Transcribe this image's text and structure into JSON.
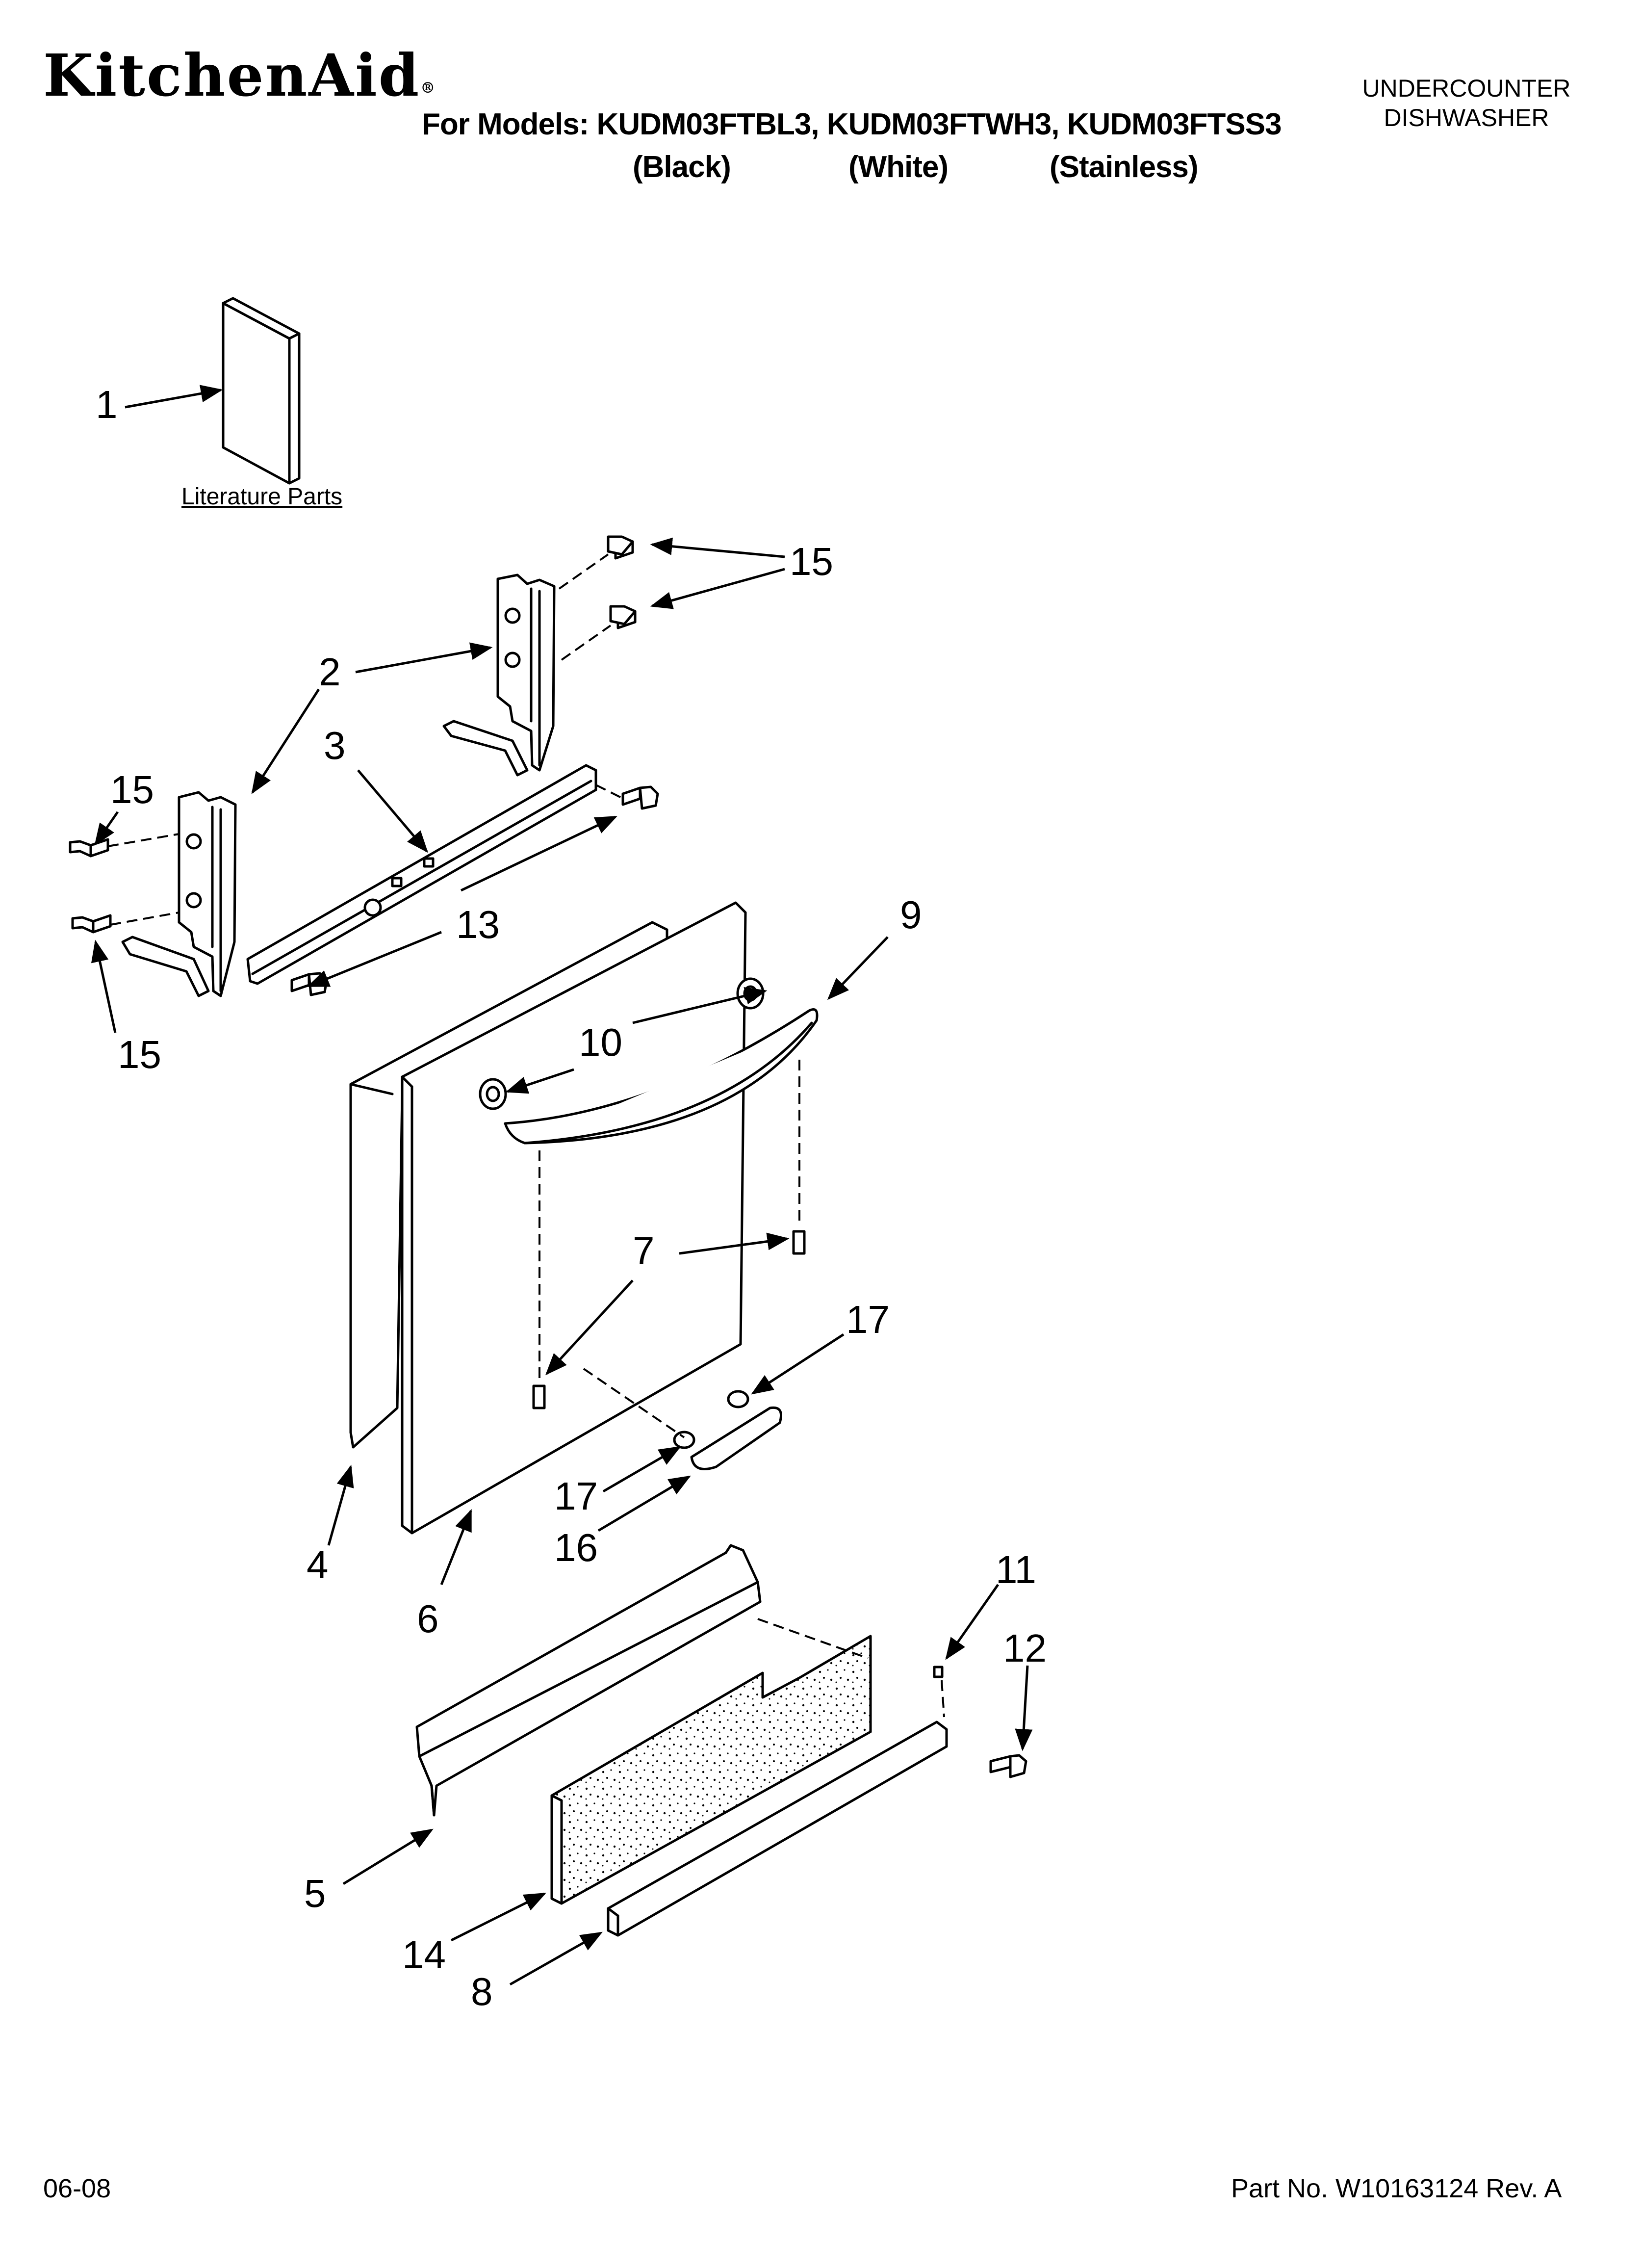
{
  "header": {
    "brand": "KitchenAid",
    "brand_reg": "®",
    "models_line": "For Models: KUDM03FTBL3, KUDM03FTWH3, KUDM03FTSS3",
    "variants": [
      "(Black)",
      "(White)",
      "(Stainless)"
    ],
    "product_type_line1": "UNDERCOUNTER",
    "product_type_line2": "DISHWASHER"
  },
  "diagram": {
    "literature_label": "Literature Parts",
    "callouts": [
      "1",
      "15",
      "2",
      "3",
      "15",
      "13",
      "15",
      "9",
      "10",
      "7",
      "17",
      "17",
      "16",
      "4",
      "6",
      "11",
      "12",
      "5",
      "14",
      "8"
    ]
  },
  "footer": {
    "date": "06-08",
    "part_number": "Part No. W10163124 Rev. A"
  }
}
